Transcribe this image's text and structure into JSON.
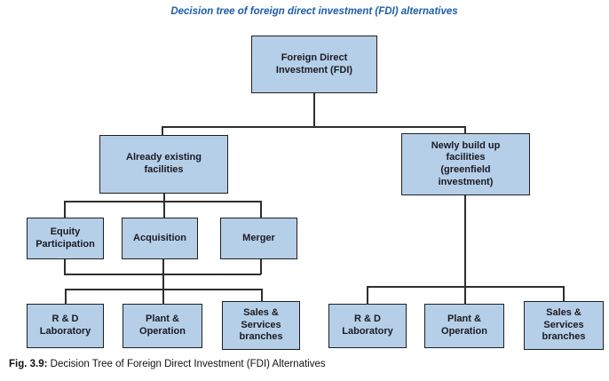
{
  "title": "Decision tree of foreign direct investment (FDI) alternatives",
  "caption": {
    "label": "Fig. 3.9:",
    "text": " Decision Tree of Foreign Direct Investment (FDI) Alternatives"
  },
  "colors": {
    "node_fill": "#b6cfe8",
    "node_border": "#1f1f1f",
    "node_text": "#1a1a22",
    "title_text": "#1d5da8",
    "connector": "#2e2e2e",
    "caption_text": "#111111"
  },
  "nodes": {
    "fdi": {
      "label": "Foreign Direct\nInvestment (FDI)"
    },
    "existing": {
      "label": "Already existing\nfacilities"
    },
    "greenfield": {
      "label": "Newly build up\nfacilities\n(greenfield\ninvestment)"
    },
    "equity": {
      "label": "Equity\nParticipation"
    },
    "acquisition": {
      "label": "Acquisition"
    },
    "merger": {
      "label": "Merger"
    },
    "rd_left": {
      "label": "R & D\nLaboratory"
    },
    "plant_left": {
      "label": "Plant &\nOperation"
    },
    "sales_left": {
      "label": "Sales &\nServices\nbranches"
    },
    "rd_right": {
      "label": "R & D\nLaboratory"
    },
    "plant_right": {
      "label": "Plant &\nOperation"
    },
    "sales_right": {
      "label": "Sales &\nServices\nbranches"
    }
  }
}
